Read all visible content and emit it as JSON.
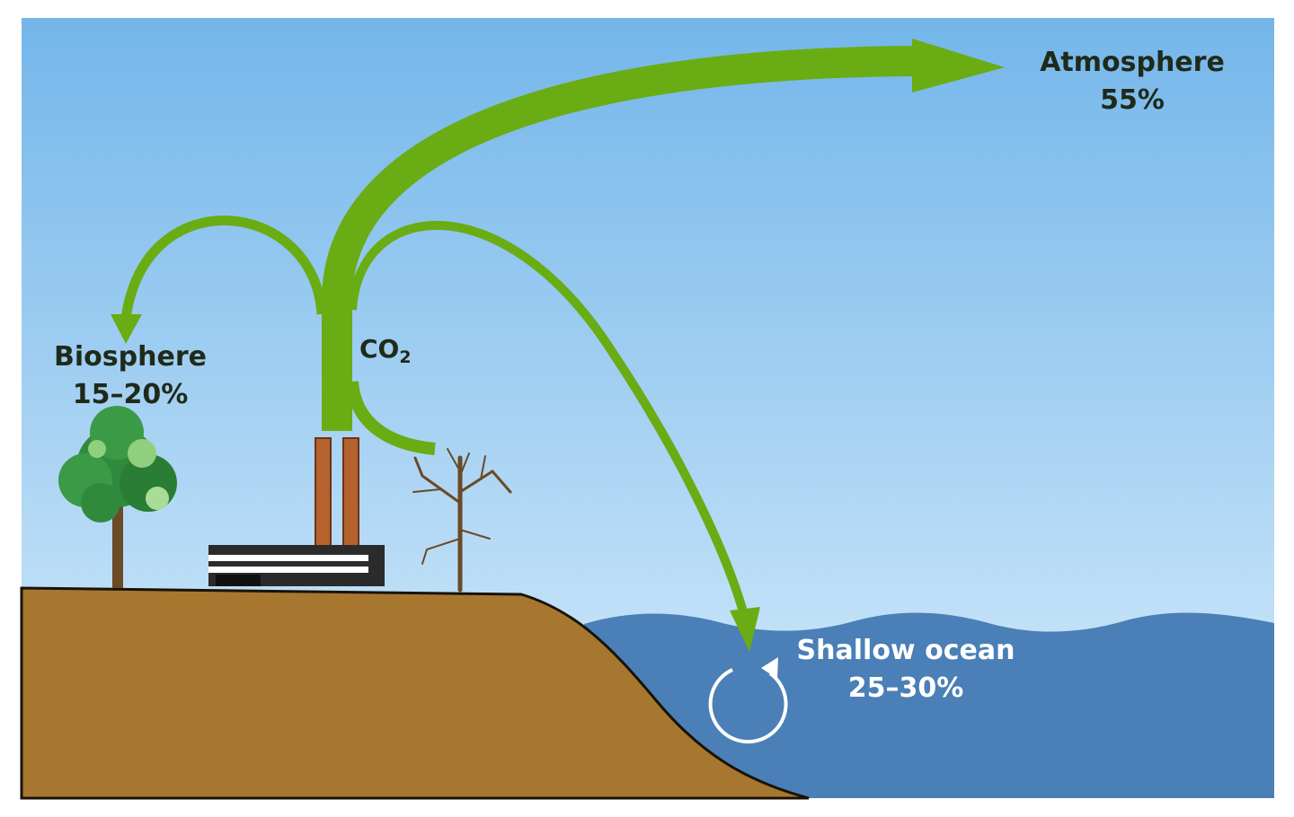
{
  "colors": {
    "sky_top": "#74b6ea",
    "sky_bottom": "#d6ecfb",
    "land": "#a77730",
    "ocean": "#4a7fb7",
    "arrow": "#6aac13",
    "stack": "#b5622f",
    "tree_leaves": "#2f8a3c",
    "tree_trunk": "#6a4a27"
  },
  "labels": {
    "atmosphere": {
      "name": "Atmosphere",
      "value": "55%"
    },
    "biosphere": {
      "name": "Biosphere",
      "value": "15–20%"
    },
    "ocean": {
      "name": "Shallow ocean",
      "value": "25–30%"
    },
    "co2": {
      "base": "CO",
      "sub": "2"
    }
  }
}
